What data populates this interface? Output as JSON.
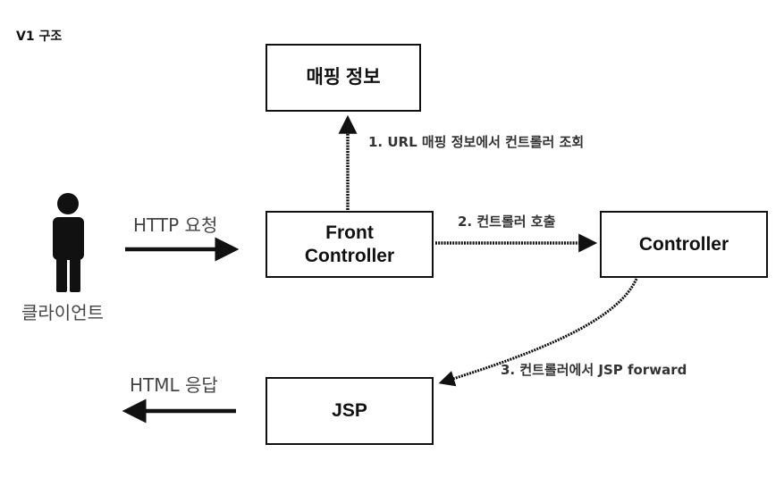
{
  "title": "V1 구조",
  "boxes": {
    "mapping_info": "매핑 정보",
    "front_controller_line1": "Front",
    "front_controller_line2": "Controller",
    "controller": "Controller",
    "jsp": "JSP"
  },
  "labels": {
    "step1": "1. URL 매핑 정보에서 컨트롤러 조회",
    "step2": "2. 컨트롤러 호출",
    "step3": "3. 컨트롤러에서 JSP forward",
    "http_request": "HTTP 요청",
    "html_response": "HTML 응답",
    "client": "클라이언트"
  },
  "icons": {
    "client": "person-icon"
  },
  "colors": {
    "stroke": "#111111",
    "label_text": "#333333",
    "gray_text": "#444444"
  }
}
